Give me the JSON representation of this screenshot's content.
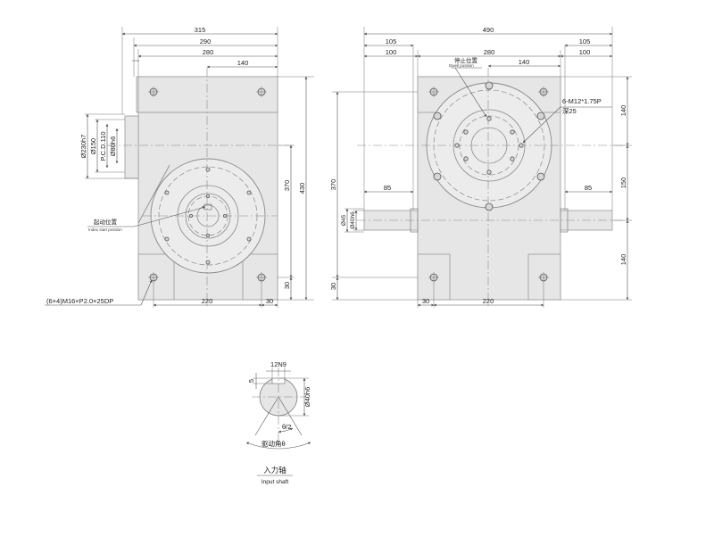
{
  "front_view": {
    "dims": {
      "overall_width": "315",
      "width_290": "290",
      "width_280": "280",
      "half_140": "140",
      "height_370": "370",
      "height_430": "430",
      "bottom_30": "30",
      "base_220": "220",
      "base_30": "30",
      "dia_230": "Ø230h7",
      "dia_150": "Ø150",
      "pcd_110": "P.C.D.110",
      "dia_80": "Ø80h6"
    },
    "labels": {
      "index_start_cn": "起动位置",
      "index_start_en": "Index start position",
      "mount_holes": "(6×4)M16×P2.0×25DP"
    }
  },
  "side_view": {
    "dims": {
      "overall_width": "490",
      "left_105": "105",
      "left_100": "100",
      "center_280": "280",
      "half_140": "140",
      "right_105": "105",
      "right_100": "100",
      "shaft_left_85": "85",
      "shaft_right_85": "85",
      "dia_45": "Ø45",
      "dia_40": "Ø40h6",
      "height_370": "370",
      "bottom_30": "30",
      "right_140_top": "140",
      "right_150": "150",
      "right_140_bottom": "140",
      "base_30": "30",
      "base_220": "220"
    },
    "labels": {
      "dwell_cn": "停止位置",
      "dwell_en": "Dwell position",
      "thread_spec": "6-M12*1.75P",
      "thread_depth": "深25"
    }
  },
  "shaft_detail": {
    "dims": {
      "key_width": "12N9",
      "key_depth": "5",
      "dia_40": "Ø40h6",
      "half_theta": "θ/2",
      "drive_angle": "驱动角θ"
    },
    "labels": {
      "title_cn": "入力轴",
      "title_en": "Input shaft"
    }
  }
}
